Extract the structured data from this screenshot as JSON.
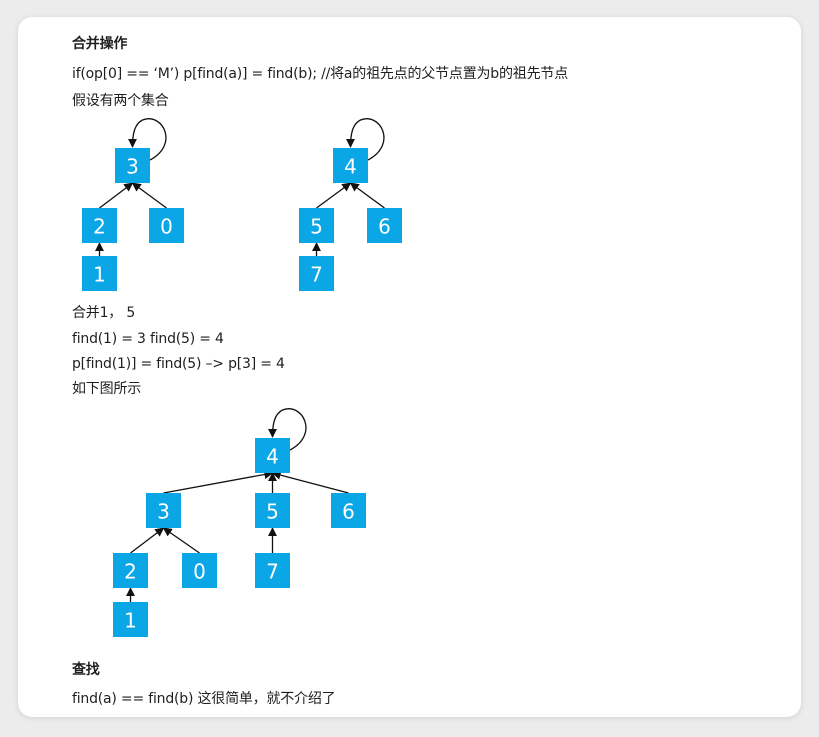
{
  "text": {
    "merge_heading": "合并操作",
    "merge_code": "if(op[0] == ‘M’) p[find(a)] = find(b); //将a的祖先点的父节点置为b的祖先节点",
    "assume_line": "假设有两个集合",
    "merge_example": "合并1， 5",
    "find_results": "find(1) = 3 find(5) = 4",
    "assign_line": "p[find(1)] = find(5) –> p[3] = 4",
    "as_shown": "如下图所示",
    "find_heading": "查找",
    "find_desc": "find(a) == find(b) 这很简单，就不介绍了"
  },
  "colors": {
    "node": "#0aa6e6",
    "node_text": "#ffffff",
    "edge": "#111111"
  },
  "trees": {
    "set_a": {
      "nodes": [
        "3",
        "2",
        "0",
        "1"
      ],
      "edges": [
        [
          "2",
          "3"
        ],
        [
          "0",
          "3"
        ],
        [
          "1",
          "2"
        ]
      ],
      "root": "3"
    },
    "set_b": {
      "nodes": [
        "4",
        "5",
        "6",
        "7"
      ],
      "edges": [
        [
          "5",
          "4"
        ],
        [
          "6",
          "4"
        ],
        [
          "7",
          "5"
        ]
      ],
      "root": "4"
    },
    "merged": {
      "nodes": [
        "4",
        "3",
        "5",
        "6",
        "2",
        "0",
        "7",
        "1"
      ],
      "edges": [
        [
          "3",
          "4"
        ],
        [
          "5",
          "4"
        ],
        [
          "6",
          "4"
        ],
        [
          "2",
          "3"
        ],
        [
          "0",
          "3"
        ],
        [
          "7",
          "5"
        ],
        [
          "1",
          "2"
        ]
      ],
      "root": "4"
    }
  }
}
